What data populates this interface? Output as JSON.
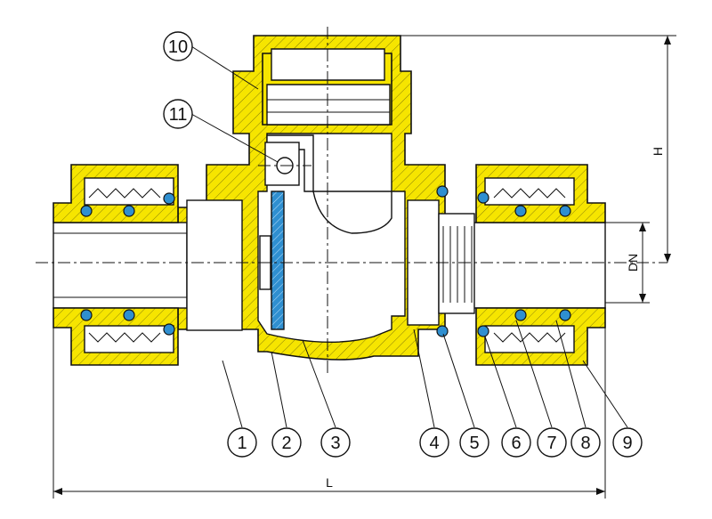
{
  "callouts": [
    {
      "num": "1"
    },
    {
      "num": "2"
    },
    {
      "num": "3"
    },
    {
      "num": "4"
    },
    {
      "num": "5"
    },
    {
      "num": "6"
    },
    {
      "num": "7"
    },
    {
      "num": "8"
    },
    {
      "num": "9"
    },
    {
      "num": "10"
    },
    {
      "num": "11"
    }
  ],
  "dimensions": {
    "height": "H",
    "diameter": "DN",
    "length": "L"
  },
  "colors": {
    "brass": "#f6e500",
    "seal": "#2f8fd0",
    "outline": "#111111"
  }
}
